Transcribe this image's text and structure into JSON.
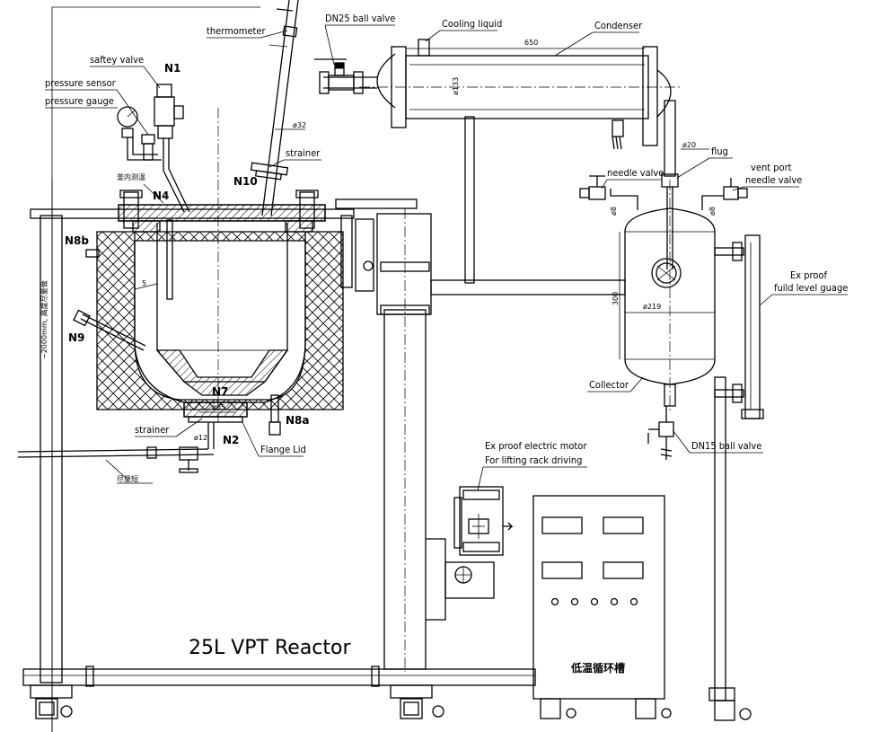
{
  "title": "25L VPT Reactor",
  "labels": {
    "thermometer": "thermometer",
    "dn25_ball_valve": "DN25 ball valve",
    "cooling_liquid": "Cooling liquid",
    "condenser": "Condenser",
    "safety_valve": "saftey valve",
    "n1": "N1",
    "pressure_sensor": "pressure sensor",
    "pressure_gauge": "pressure gauge",
    "strainer_top": "strainer",
    "n10": "N10",
    "n4": "N4",
    "n8b": "N8b",
    "n9": "N9",
    "n7": "N7",
    "n8a": "N8a",
    "n2": "N2",
    "strainer_bottom": "strainer",
    "flange_lid": "Flange Lid",
    "needle_valve": "needle valve",
    "flug": "flug",
    "vent_port": "vent port",
    "vent_needle_valve": "needle valve",
    "ex_proof_level": "Ex proof",
    "fluid_level_gauge": "fuild level guage",
    "collector": "Collector",
    "dn15_ball_valve": "DN15 ball valve",
    "motor_line1": "Ex proof electric motor",
    "motor_line2": "For lifting rack driving",
    "cabinet_label": "低温循环槽",
    "height_label": "~2000mm, 高度尽量做",
    "drain_label": "尽量短",
    "lid_note": "釜内测温"
  },
  "dimensions": {
    "condenser_length": "650",
    "condenser_dia": "ø133",
    "thermo_dia": "ø32",
    "collector_dia": "ø219",
    "collector_height": "300",
    "outlet_dia": "ø65",
    "drain_dia": "ø12",
    "tube_dia": "ø20",
    "port_dia_left": "ø8",
    "port_dia_right": "ø8",
    "wall_thk": "5"
  }
}
